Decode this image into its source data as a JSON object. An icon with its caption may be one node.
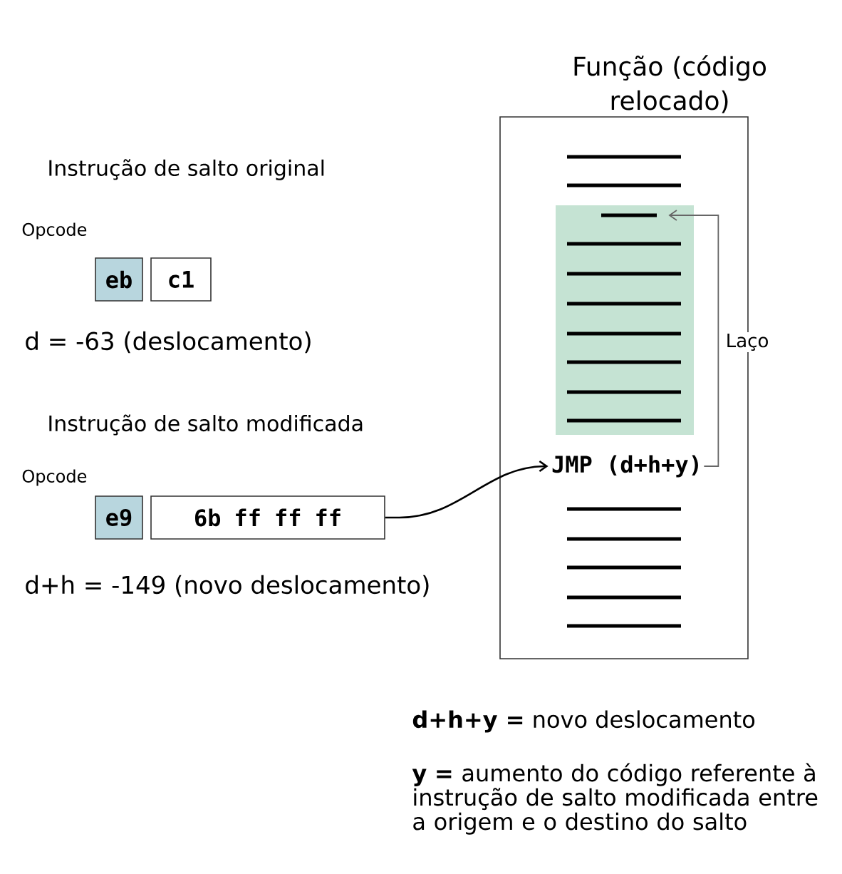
{
  "diagram": {
    "nodes": [
      {
        "text": [
          "Função (código relocado)"
        ]
      },
      {
        "text": [],
        "shape": "box",
        "in": 0
      },
      {
        "text": [],
        "shape": "bar",
        "in": 1
      },
      {
        "text": [
          "JMP (d+h+y)"
        ],
        "in": 0
      },
      {
        "text": [
          "eb"
        ]
      },
      {
        "text": [
          "c1"
        ]
      },
      {
        "text": [
          "e9"
        ]
      },
      {
        "text": [
          "6b   ff   ff   ff"
        ]
      }
    ],
    "edges": [
      {
        "from": 7,
        "to": 3,
        "arrow": "to"
      },
      {
        "from": 3,
        "to": 2,
        "arrow": "to",
        "label": "Laço",
        "color": "#666666"
      }
    ],
    "labels": [
      "Instrução de salto original",
      "Opcode",
      "d = -63 (deslocamento)",
      "Instrução de salto modificada",
      "Opcode",
      "d+h = -149 (novo deslocamento)",
      "**d+h+y  =** novo deslocamento",
      "**y  =** aumento do código referente à instrução de salto modificada entre a origem e o destino do salto"
    ]
  }
}
